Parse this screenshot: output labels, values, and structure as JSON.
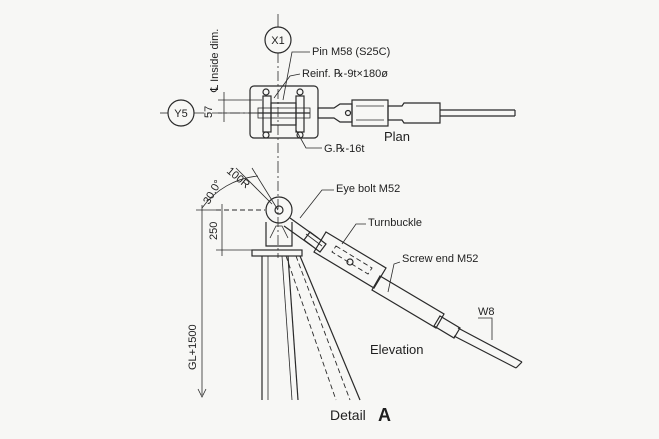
{
  "labels": {
    "grid_x": "X1",
    "grid_y": "Y5",
    "inside_dim": "℄ Inside dim.",
    "dim_57": "57",
    "pin": "Pin M58 (S25C)",
    "reinf": "Reinf. ℞-9t×180ø",
    "gpl": "G.℞-16t",
    "plan": "Plan",
    "radius": "100R",
    "angle": "30.0°",
    "eye_bolt": "Eye bolt M52",
    "turnbuckle": "Turnbuckle",
    "dim_250": "250",
    "screw_end": "Screw end M52",
    "gl": "GL+1500",
    "wire": "W8",
    "elevation": "Elevation",
    "detail": "Detail",
    "detail_letter": "A"
  }
}
